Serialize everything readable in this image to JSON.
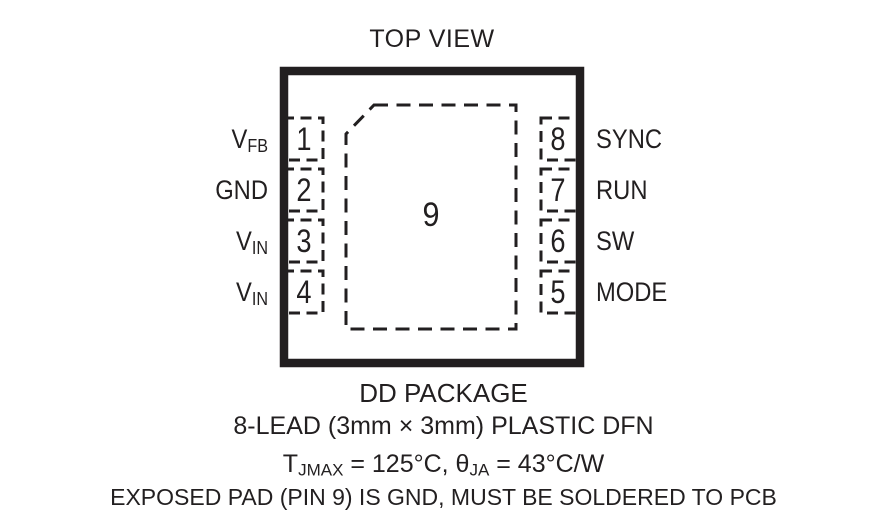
{
  "title": "TOP VIEW",
  "colors": {
    "ink": "#221f20",
    "background": "#ffffff"
  },
  "package": {
    "center_pad_number": "9",
    "pins_left": [
      {
        "number": "1",
        "base": "V",
        "sub": "FB"
      },
      {
        "number": "2",
        "base": "GND",
        "sub": ""
      },
      {
        "number": "3",
        "base": "V",
        "sub": "IN"
      },
      {
        "number": "4",
        "base": "V",
        "sub": "IN"
      }
    ],
    "pins_right": [
      {
        "number": "8",
        "base": "SYNC",
        "sub": ""
      },
      {
        "number": "7",
        "base": "RUN",
        "sub": ""
      },
      {
        "number": "6",
        "base": "SW",
        "sub": ""
      },
      {
        "number": "5",
        "base": "MODE",
        "sub": ""
      }
    ]
  },
  "caption": {
    "package_name": "DD PACKAGE",
    "package_desc": "8-LEAD (3mm × 3mm) PLASTIC DFN",
    "thermal": {
      "t_base": "T",
      "t_sub": "JMAX",
      "t_mid": " = 125°C, θ",
      "theta_sub": "JA",
      "t_end": " = 43°C/W"
    },
    "note": "EXPOSED PAD (PIN 9) IS GND, MUST BE SOLDERED TO PCB"
  }
}
